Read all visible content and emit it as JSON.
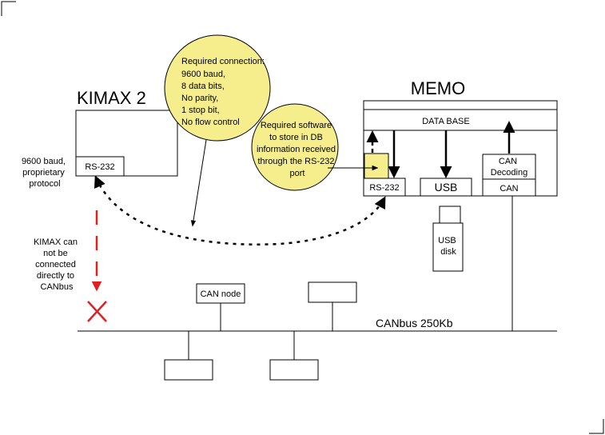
{
  "kimax": {
    "title": "KIMAX 2",
    "port_label": "RS-232",
    "side_note": [
      "9600 baud,",
      "proprietary",
      "protocol"
    ]
  },
  "warning": {
    "lines": [
      "KIMAX can",
      "not be",
      "connected",
      "directly to",
      "CANbus"
    ],
    "color": "#e02020"
  },
  "bubble_connection": {
    "lines": [
      "Required connection:",
      "9600 baud,",
      "8 data bits,",
      "No parity,",
      "1 stop bit,",
      "No flow control"
    ],
    "fill": "#f6ee8c"
  },
  "bubble_software": {
    "lines": [
      "Required software",
      "to store in DB",
      "information received",
      "through the RS-232",
      "port"
    ],
    "fill": "#f6ee8c"
  },
  "memo": {
    "title": "MEMO",
    "database_label": "DATA BASE",
    "rs232_label": "RS-232",
    "usb_label": "USB",
    "can_decoding_label": [
      "CAN",
      "Decoding"
    ],
    "can_label": "CAN"
  },
  "usb_disk": {
    "lines": [
      "USB",
      "disk"
    ]
  },
  "canbus": {
    "label": "CANbus 250Kb",
    "node_label": "CAN node"
  }
}
